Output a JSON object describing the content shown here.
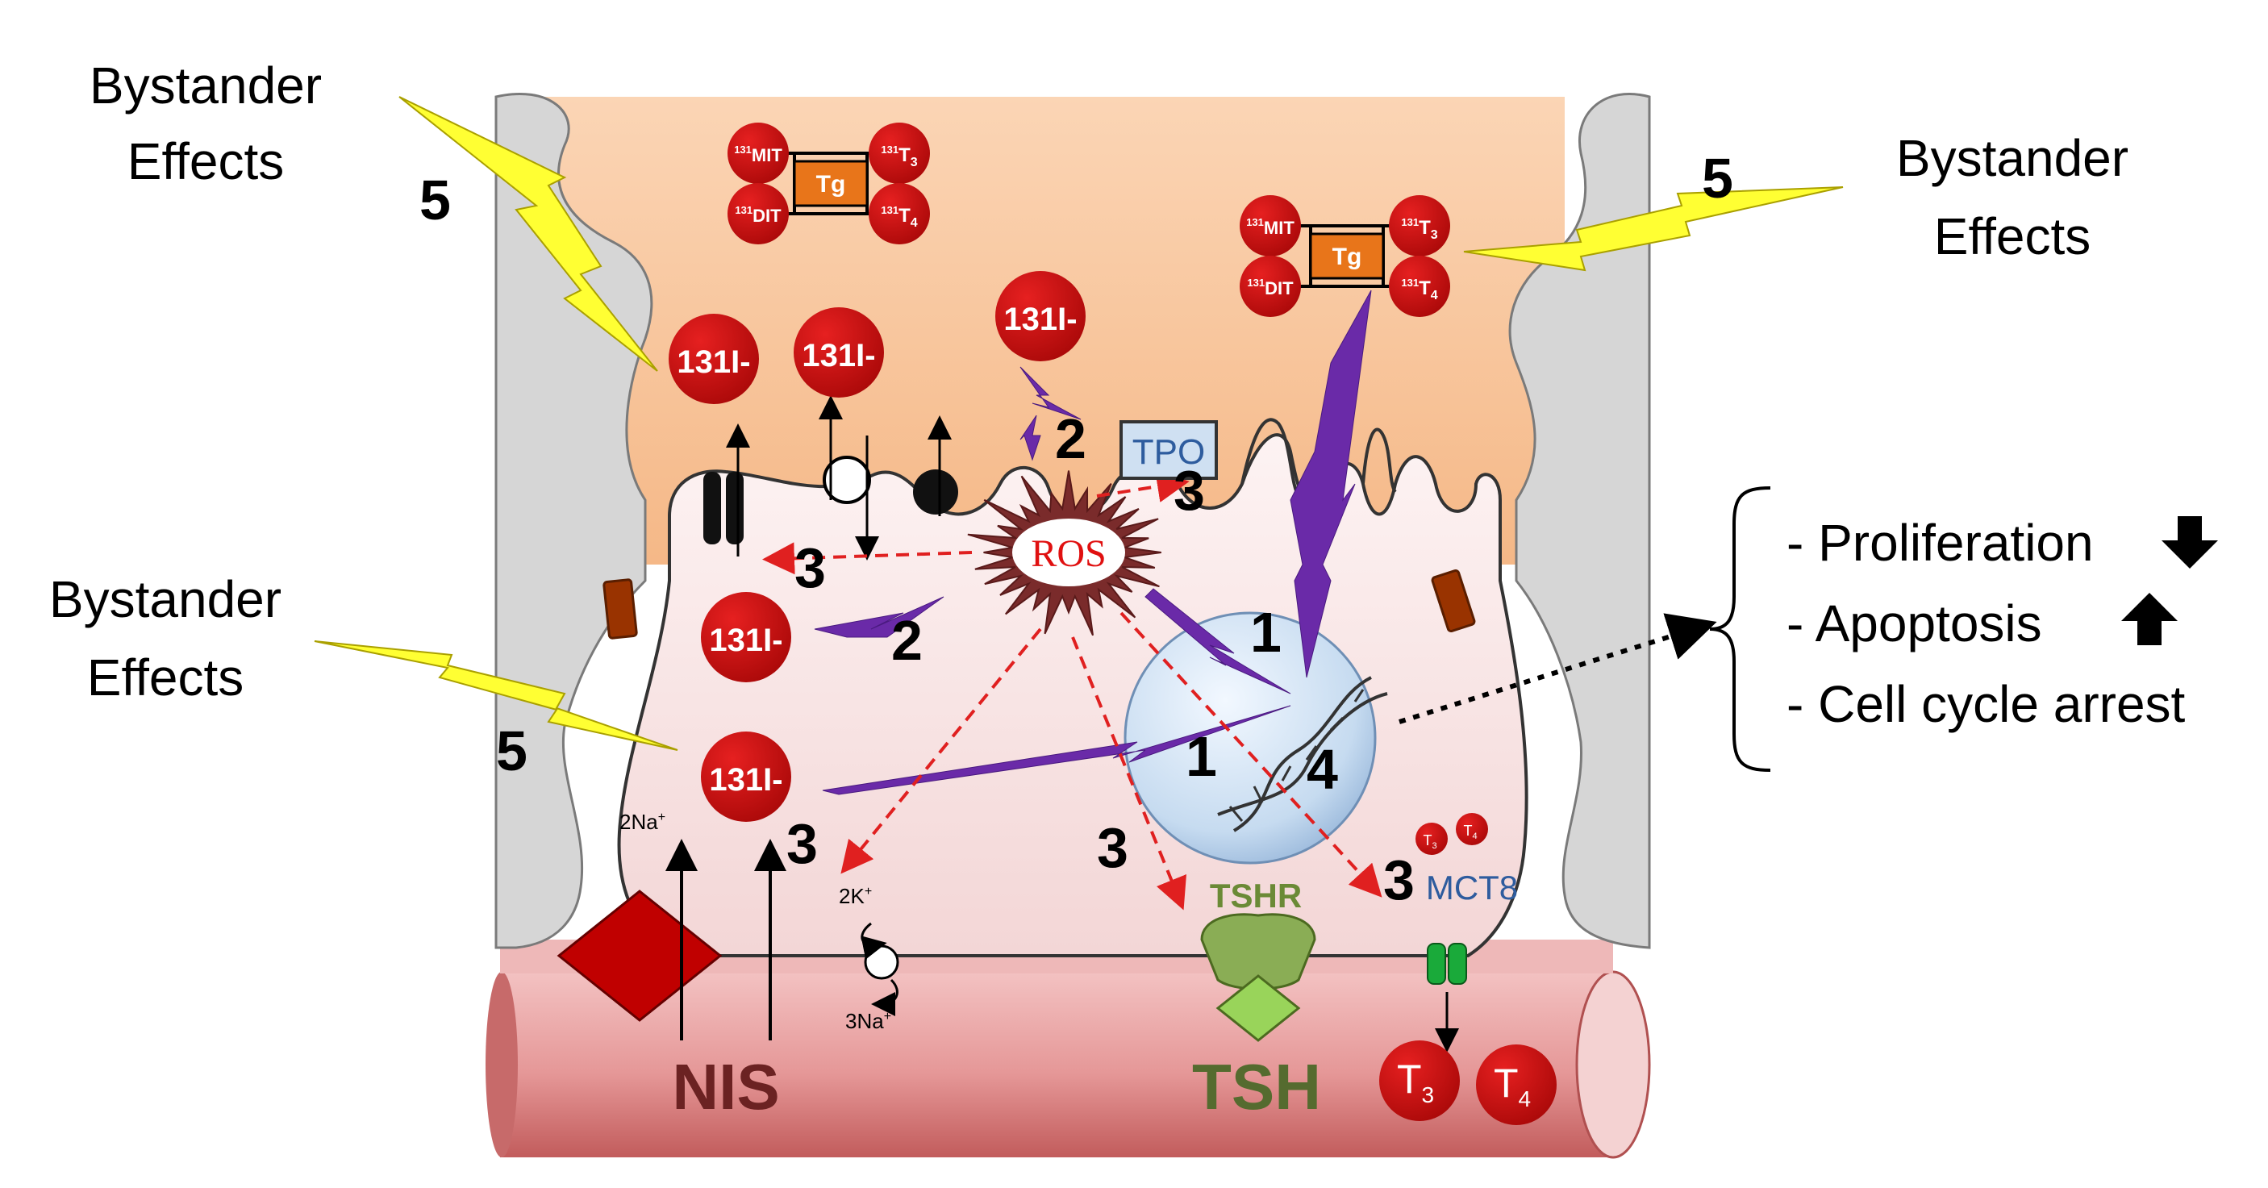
{
  "bystander": {
    "left_top": [
      "Bystander",
      "Effects"
    ],
    "left_mid": [
      "Bystander",
      "Effects"
    ],
    "right_top": [
      "Bystander",
      "Effects"
    ]
  },
  "step_labels": {
    "five": "5",
    "one": "1",
    "two": "2",
    "three": "3",
    "four": "4"
  },
  "iodide": {
    "mass": "131",
    "suffix": "I-"
  },
  "tg_complex": {
    "tg": "Tg",
    "sup": "131",
    "mit": "MIT",
    "dit": "DIT",
    "t3_base": "T",
    "t3_sub": "3",
    "t4_base": "T",
    "t4_sub": "4"
  },
  "ros": "ROS",
  "tpo": "TPO",
  "tshr": "TSHR",
  "tsh": "TSH",
  "mct8": "MCT8",
  "nis": "NIS",
  "ions": {
    "na2": "2Na",
    "k2": "2K",
    "na3": "3Na",
    "plus": "+"
  },
  "hormones": {
    "t_base": "T",
    "t3_sub": "3",
    "t4_sub": "4"
  },
  "outcomes": [
    {
      "text": "- Proliferation",
      "arrow": "down"
    },
    {
      "text": "- Apoptosis",
      "arrow": "up"
    },
    {
      "text": "- Cell cycle arrest",
      "arrow": ""
    }
  ],
  "colors": {
    "colloid": "#f8caa0",
    "cytoplasm": "#f6e4e4",
    "blood_vessel": "#d98888",
    "iodide_red": "#c80e0e",
    "radiation_purple": "#6a2aa8",
    "bystander_yellow": "#ffff33",
    "ros_burst": "#7a2b2b",
    "nucleus": "#c9dcf0",
    "nis_red": "#c00000",
    "tshr_green": "#8aad55",
    "tsh_green": "#556b2f",
    "mct8_blue": "#2e5c9e",
    "nis_text": "#6b2222"
  }
}
